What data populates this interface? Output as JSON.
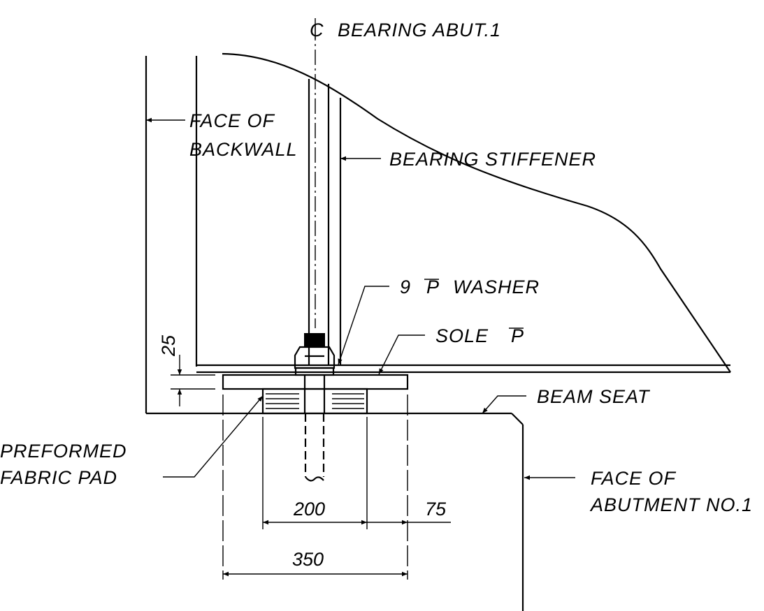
{
  "labels": {
    "cl_bearing": "BEARING ABUT.1",
    "cl_symbol": "C",
    "face_backwall_1": "FACE OF",
    "face_backwall_2": "BACKWALL",
    "bearing_stiffener": "BEARING STIFFENER",
    "washer_num": "9",
    "washer_pl": "P",
    "washer_text": "WASHER",
    "sole_text": "SOLE",
    "sole_pl": "P",
    "beam_seat": "BEAM SEAT",
    "pad_1": "PREFORMED",
    "pad_2": "FABRIC PAD",
    "face_abutment_1": "FACE OF",
    "face_abutment_2": "ABUTMENT NO.1"
  },
  "dimensions": {
    "d25": "25",
    "d200": "200",
    "d75": "75",
    "d350": "350"
  }
}
